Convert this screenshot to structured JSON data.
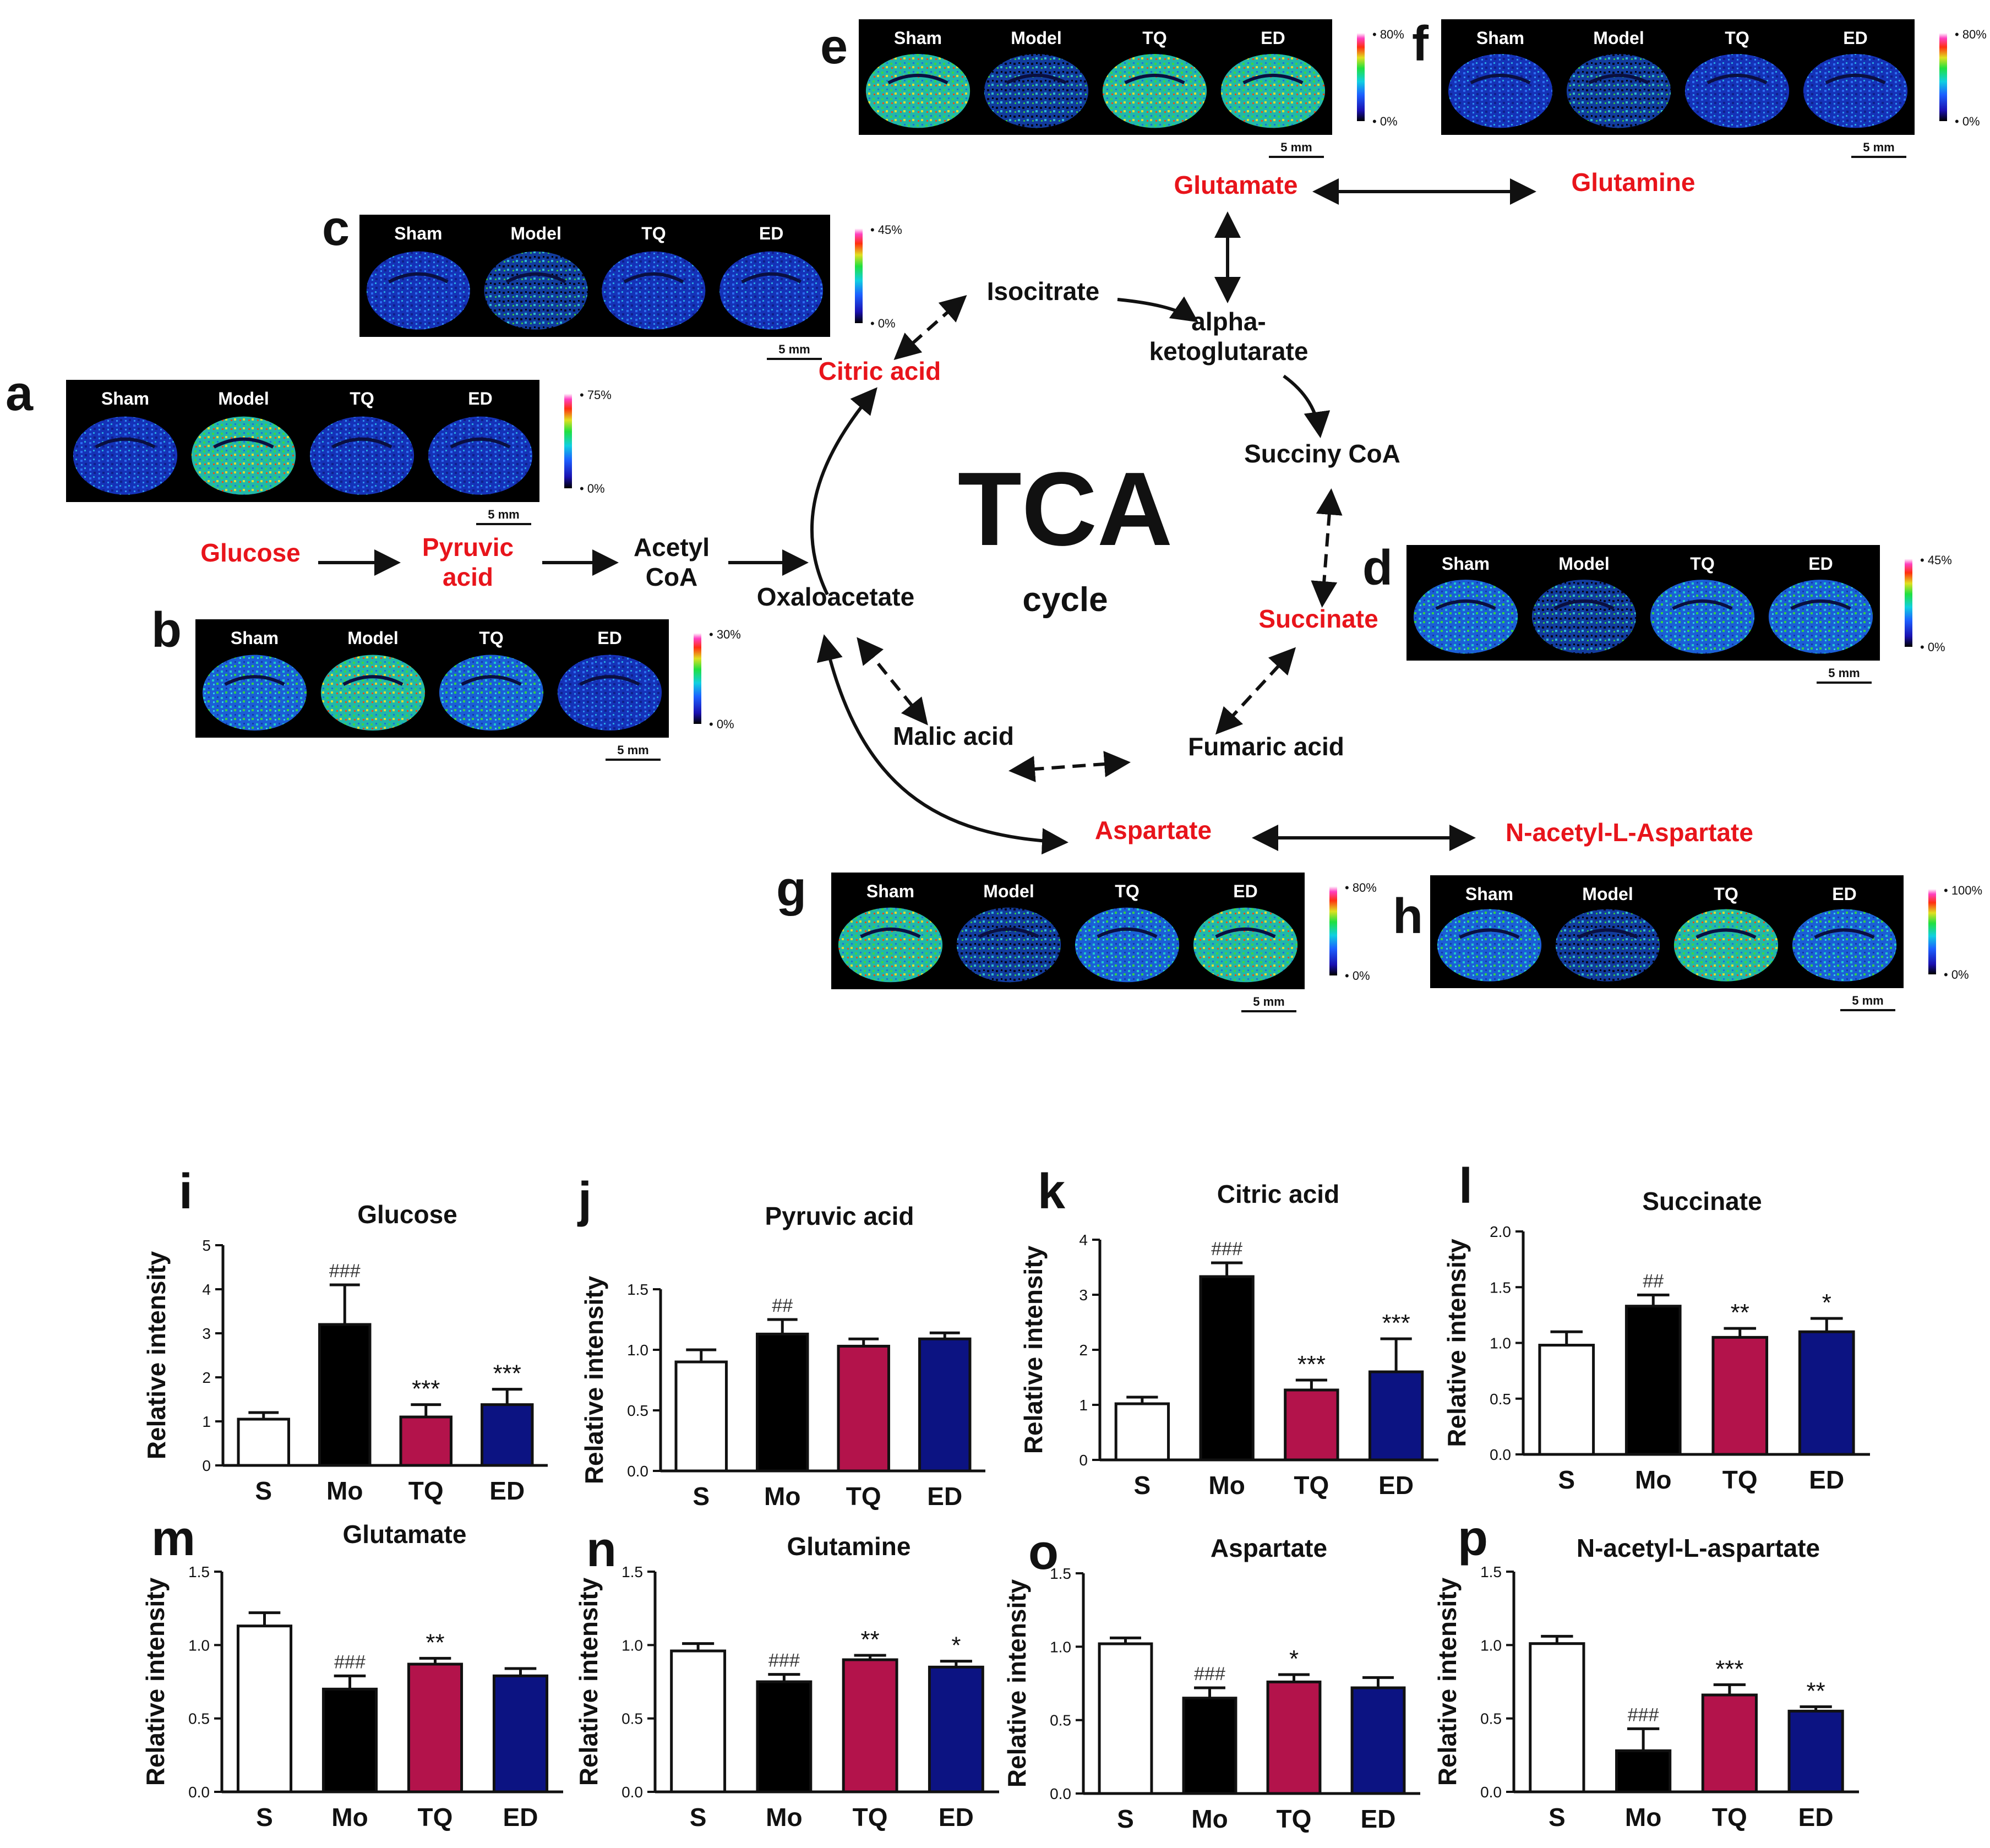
{
  "panel_letters": [
    "a",
    "b",
    "c",
    "d",
    "e",
    "f",
    "g",
    "h",
    "i",
    "j",
    "k",
    "l",
    "m",
    "n",
    "o",
    "p"
  ],
  "image_panels": [
    {
      "letter": "a",
      "groups": [
        "Sham",
        "Model",
        "TQ",
        "ED"
      ],
      "scale_max": "75%",
      "scale_min": "0%",
      "scalebar": "5 mm"
    },
    {
      "letter": "b",
      "groups": [
        "Sham",
        "Model",
        "TQ",
        "ED"
      ],
      "scale_max": "30%",
      "scale_min": "0%",
      "scalebar": "5 mm"
    },
    {
      "letter": "c",
      "groups": [
        "Sham",
        "Model",
        "TQ",
        "ED"
      ],
      "scale_max": "45%",
      "scale_min": "0%",
      "scalebar": "5 mm"
    },
    {
      "letter": "d",
      "groups": [
        "Sham",
        "Model",
        "TQ",
        "ED"
      ],
      "scale_max": "45%",
      "scale_min": "0%",
      "scalebar": "5 mm"
    },
    {
      "letter": "e",
      "groups": [
        "Sham",
        "Model",
        "TQ",
        "ED"
      ],
      "scale_max": "80%",
      "scale_min": "0%",
      "scalebar": "5 mm"
    },
    {
      "letter": "f",
      "groups": [
        "Sham",
        "Model",
        "TQ",
        "ED"
      ],
      "scale_max": "80%",
      "scale_min": "0%",
      "scalebar": "5 mm"
    },
    {
      "letter": "g",
      "groups": [
        "Sham",
        "Model",
        "TQ",
        "ED"
      ],
      "scale_max": "80%",
      "scale_min": "0%",
      "scalebar": "5 mm"
    },
    {
      "letter": "h",
      "groups": [
        "Sham",
        "Model",
        "TQ",
        "ED"
      ],
      "scale_max": "100%",
      "scale_min": "0%",
      "scalebar": "5 mm"
    }
  ],
  "pathway": {
    "title": "TCA",
    "subtitle": "cycle",
    "nodes": {
      "glucose": {
        "text": [
          "Glucose"
        ],
        "highlight": true
      },
      "pyruvic": {
        "text": [
          "Pyruvic",
          "acid"
        ],
        "highlight": true
      },
      "acetyl": {
        "text": [
          "Acetyl",
          "CoA"
        ],
        "highlight": false
      },
      "oxaloacetate": {
        "text": [
          "Oxaloacetate"
        ],
        "highlight": false
      },
      "citric": {
        "text": [
          "Citric acid"
        ],
        "highlight": true
      },
      "isocitrate": {
        "text": [
          "Isocitrate"
        ],
        "highlight": false
      },
      "akg": {
        "text": [
          "alpha-",
          "ketoglutarate"
        ],
        "highlight": false
      },
      "succoa": {
        "text": [
          "Succiny CoA"
        ],
        "highlight": false
      },
      "succinate": {
        "text": [
          "Succinate"
        ],
        "highlight": true
      },
      "fumaric": {
        "text": [
          "Fumaric acid"
        ],
        "highlight": false
      },
      "malic": {
        "text": [
          "Malic acid"
        ],
        "highlight": false
      },
      "aspartate": {
        "text": [
          "Aspartate"
        ],
        "highlight": true
      },
      "naa": {
        "text": [
          "N-acetyl-L-Aspartate"
        ],
        "highlight": true
      },
      "glutamate": {
        "text": [
          "Glutamate"
        ],
        "highlight": true
      },
      "glutamine": {
        "text": [
          "Glutamine"
        ],
        "highlight": true
      }
    }
  },
  "colors": {
    "highlight": "#e8141b",
    "text": "#111111",
    "S": "#ffffff",
    "Mo": "#000000",
    "TQ": "#b3134b",
    "ED": "#0c1382"
  },
  "chart_data": [
    {
      "letter": "i",
      "type": "bar",
      "title": "Glucose",
      "ylabel": "Relative intensity",
      "categories": [
        "S",
        "Mo",
        "TQ",
        "ED"
      ],
      "values": [
        1.05,
        3.2,
        1.1,
        1.38
      ],
      "errors": [
        0.15,
        0.9,
        0.28,
        0.35
      ],
      "ylim": [
        0,
        5
      ],
      "yticks": [
        "0",
        "1",
        "2",
        "3",
        "4",
        "5"
      ],
      "annotations": [
        "",
        "###",
        "***",
        "***"
      ]
    },
    {
      "letter": "j",
      "type": "bar",
      "title": "Pyruvic acid",
      "ylabel": "Relative intensity",
      "categories": [
        "S",
        "Mo",
        "TQ",
        "ED"
      ],
      "values": [
        0.9,
        1.13,
        1.03,
        1.09
      ],
      "errors": [
        0.1,
        0.12,
        0.06,
        0.05
      ],
      "ylim": [
        0,
        1.5
      ],
      "yticks": [
        "0.0",
        "0.5",
        "1.0",
        "1.5"
      ],
      "annotations": [
        "",
        "##",
        "",
        ""
      ]
    },
    {
      "letter": "k",
      "type": "bar",
      "title": "Citric acid",
      "ylabel": "Relative intensity",
      "categories": [
        "S",
        "Mo",
        "TQ",
        "ED"
      ],
      "values": [
        1.02,
        3.33,
        1.27,
        1.6
      ],
      "errors": [
        0.12,
        0.25,
        0.18,
        0.6
      ],
      "ylim": [
        0,
        4
      ],
      "yticks": [
        "0",
        "1",
        "2",
        "3",
        "4"
      ],
      "annotations": [
        "",
        "###",
        "***",
        "***"
      ]
    },
    {
      "letter": "l",
      "type": "bar",
      "title": "Succinate",
      "ylabel": "Relative intensity",
      "categories": [
        "S",
        "Mo",
        "TQ",
        "ED"
      ],
      "values": [
        0.98,
        1.33,
        1.05,
        1.1
      ],
      "errors": [
        0.12,
        0.1,
        0.08,
        0.12
      ],
      "ylim": [
        0,
        2
      ],
      "yticks": [
        "0.0",
        "0.5",
        "1.0",
        "1.5",
        "2.0"
      ],
      "annotations": [
        "",
        "##",
        "**",
        "*"
      ]
    },
    {
      "letter": "m",
      "type": "bar",
      "title": "Glutamate",
      "ylabel": "Relative intensity",
      "categories": [
        "S",
        "Mo",
        "TQ",
        "ED"
      ],
      "values": [
        1.13,
        0.7,
        0.87,
        0.79
      ],
      "errors": [
        0.09,
        0.09,
        0.04,
        0.05
      ],
      "ylim": [
        0,
        1.5
      ],
      "yticks": [
        "0.0",
        "0.5",
        "1.0",
        "1.5"
      ],
      "annotations": [
        "",
        "###",
        "**",
        ""
      ]
    },
    {
      "letter": "n",
      "type": "bar",
      "title": "Glutamine",
      "ylabel": "Relative intensity",
      "categories": [
        "S",
        "Mo",
        "TQ",
        "ED"
      ],
      "values": [
        0.96,
        0.75,
        0.9,
        0.85
      ],
      "errors": [
        0.05,
        0.05,
        0.03,
        0.04
      ],
      "ylim": [
        0,
        1.5
      ],
      "yticks": [
        "0.0",
        "0.5",
        "1.0",
        "1.5"
      ],
      "annotations": [
        "",
        "###",
        "**",
        "*"
      ]
    },
    {
      "letter": "o",
      "type": "bar",
      "title": "Aspartate",
      "ylabel": "Relative intensity",
      "categories": [
        "S",
        "Mo",
        "TQ",
        "ED"
      ],
      "values": [
        1.02,
        0.65,
        0.76,
        0.72
      ],
      "errors": [
        0.04,
        0.07,
        0.05,
        0.07
      ],
      "ylim": [
        0,
        1.5
      ],
      "yticks": [
        "0.0",
        "0.5",
        "1.0",
        "1.5"
      ],
      "annotations": [
        "",
        "###",
        "*",
        ""
      ]
    },
    {
      "letter": "p",
      "type": "bar",
      "title": "N-acetyl-L-aspartate",
      "ylabel": "Relative intensity",
      "categories": [
        "S",
        "Mo",
        "TQ",
        "ED"
      ],
      "values": [
        1.01,
        0.28,
        0.66,
        0.55
      ],
      "errors": [
        0.05,
        0.15,
        0.07,
        0.03
      ],
      "ylim": [
        0,
        1.5
      ],
      "yticks": [
        "0.0",
        "0.5",
        "1.0",
        "1.5"
      ],
      "annotations": [
        "",
        "###",
        "***",
        "**"
      ]
    }
  ]
}
